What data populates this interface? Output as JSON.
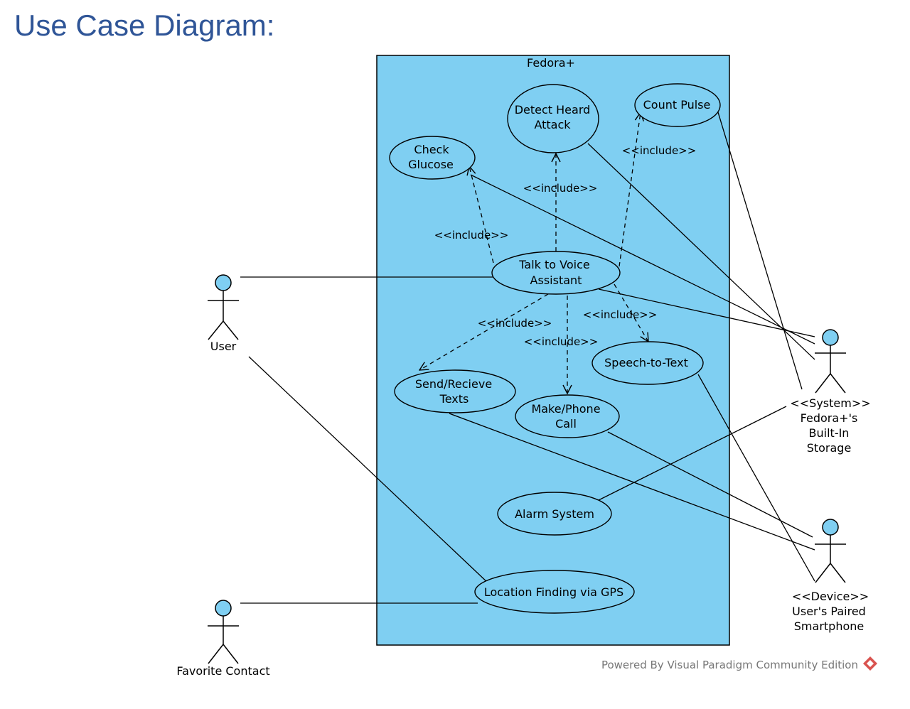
{
  "title": "Use Case Diagram:",
  "system": {
    "name": "Fedora+"
  },
  "use_cases": {
    "detect_heart_attack": [
      "Detect Heard",
      "Attack"
    ],
    "count_pulse": [
      "Count Pulse"
    ],
    "check_glucose": [
      "Check",
      "Glucose"
    ],
    "talk_to_voice_assistant": [
      "Talk to Voice",
      "Assistant"
    ],
    "send_receive_texts": [
      "Send/Recieve",
      "Texts"
    ],
    "make_phone_call": [
      "Make/Phone",
      "Call"
    ],
    "speech_to_text": [
      "Speech-to-Text"
    ],
    "alarm_system": [
      "Alarm System"
    ],
    "location_finding": [
      "Location Finding via GPS"
    ]
  },
  "actors": {
    "user": [
      "User"
    ],
    "favorite_contact": [
      "Favorite Contact"
    ],
    "built_in_storage": [
      "<<System>>",
      "Fedora+'s",
      "Built-In",
      "Storage"
    ],
    "paired_smartphone": [
      "<<Device>>",
      "User's Paired",
      "Smartphone"
    ]
  },
  "include_label": "<<include>>",
  "footer": "Powered By Visual Paradigm Community Edition",
  "colors": {
    "system_fill": "#7fcff2",
    "title": "#2f5597",
    "actor_head": "#7fcff2"
  }
}
